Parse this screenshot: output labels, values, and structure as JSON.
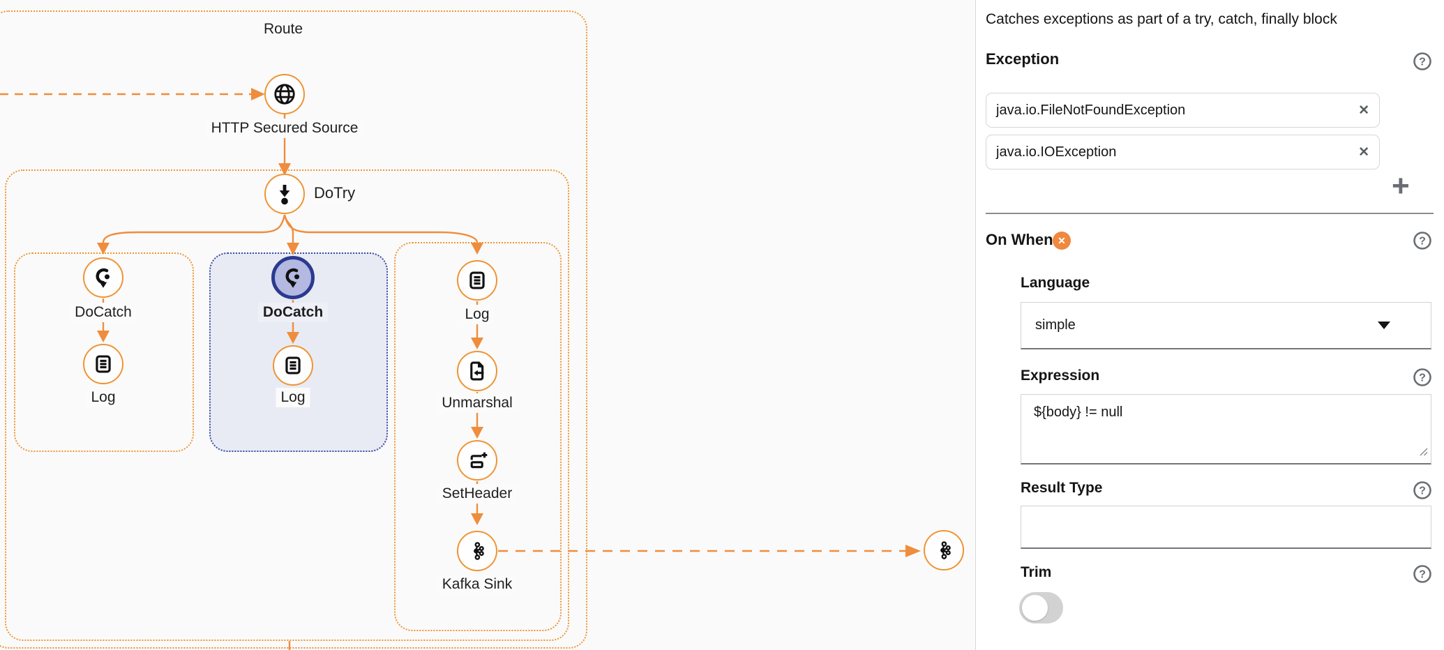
{
  "colors": {
    "accent_orange": "#ef9434",
    "selected_navy": "#2b3a8f",
    "selected_fill": "#b3b9e0",
    "badge_orange": "#f0883e",
    "canvas_bg": "#fafafa"
  },
  "canvas": {
    "route": {
      "label": "Route"
    },
    "nodes": {
      "http_source": {
        "label": "HTTP Secured Source",
        "icon": "globe-icon"
      },
      "dotry": {
        "label": "DoTry",
        "icon": "dotry-icon"
      },
      "docatch1": {
        "label": "DoCatch",
        "icon": "docatch-icon"
      },
      "docatch1_log": {
        "label": "Log",
        "icon": "log-icon"
      },
      "docatch2": {
        "label": "DoCatch",
        "icon": "docatch-icon",
        "selected": true
      },
      "docatch2_log": {
        "label": "Log",
        "icon": "log-icon"
      },
      "log": {
        "label": "Log",
        "icon": "log-icon"
      },
      "unmarshal": {
        "label": "Unmarshal",
        "icon": "unmarshal-icon"
      },
      "setheader": {
        "label": "SetHeader",
        "icon": "setheader-icon"
      },
      "kafka_sink": {
        "label": "Kafka Sink",
        "icon": "kafka-icon"
      },
      "kafka_target": {
        "label": "",
        "icon": "kafka-icon"
      }
    }
  },
  "panel": {
    "description": "Catches exceptions as part of a try, catch, finally block",
    "exception": {
      "label": "Exception",
      "values": [
        "java.io.FileNotFoundException",
        "java.io.IOException"
      ],
      "remove_icon": "✕",
      "add_icon": "+"
    },
    "on_when": {
      "label": "On When",
      "remove_icon": "✕",
      "language": {
        "label": "Language",
        "value": "simple"
      },
      "expression": {
        "label": "Expression",
        "value": "${body} != null"
      },
      "result_type": {
        "label": "Result Type",
        "value": ""
      },
      "trim": {
        "label": "Trim",
        "enabled": false
      }
    },
    "help_icon": "?"
  }
}
